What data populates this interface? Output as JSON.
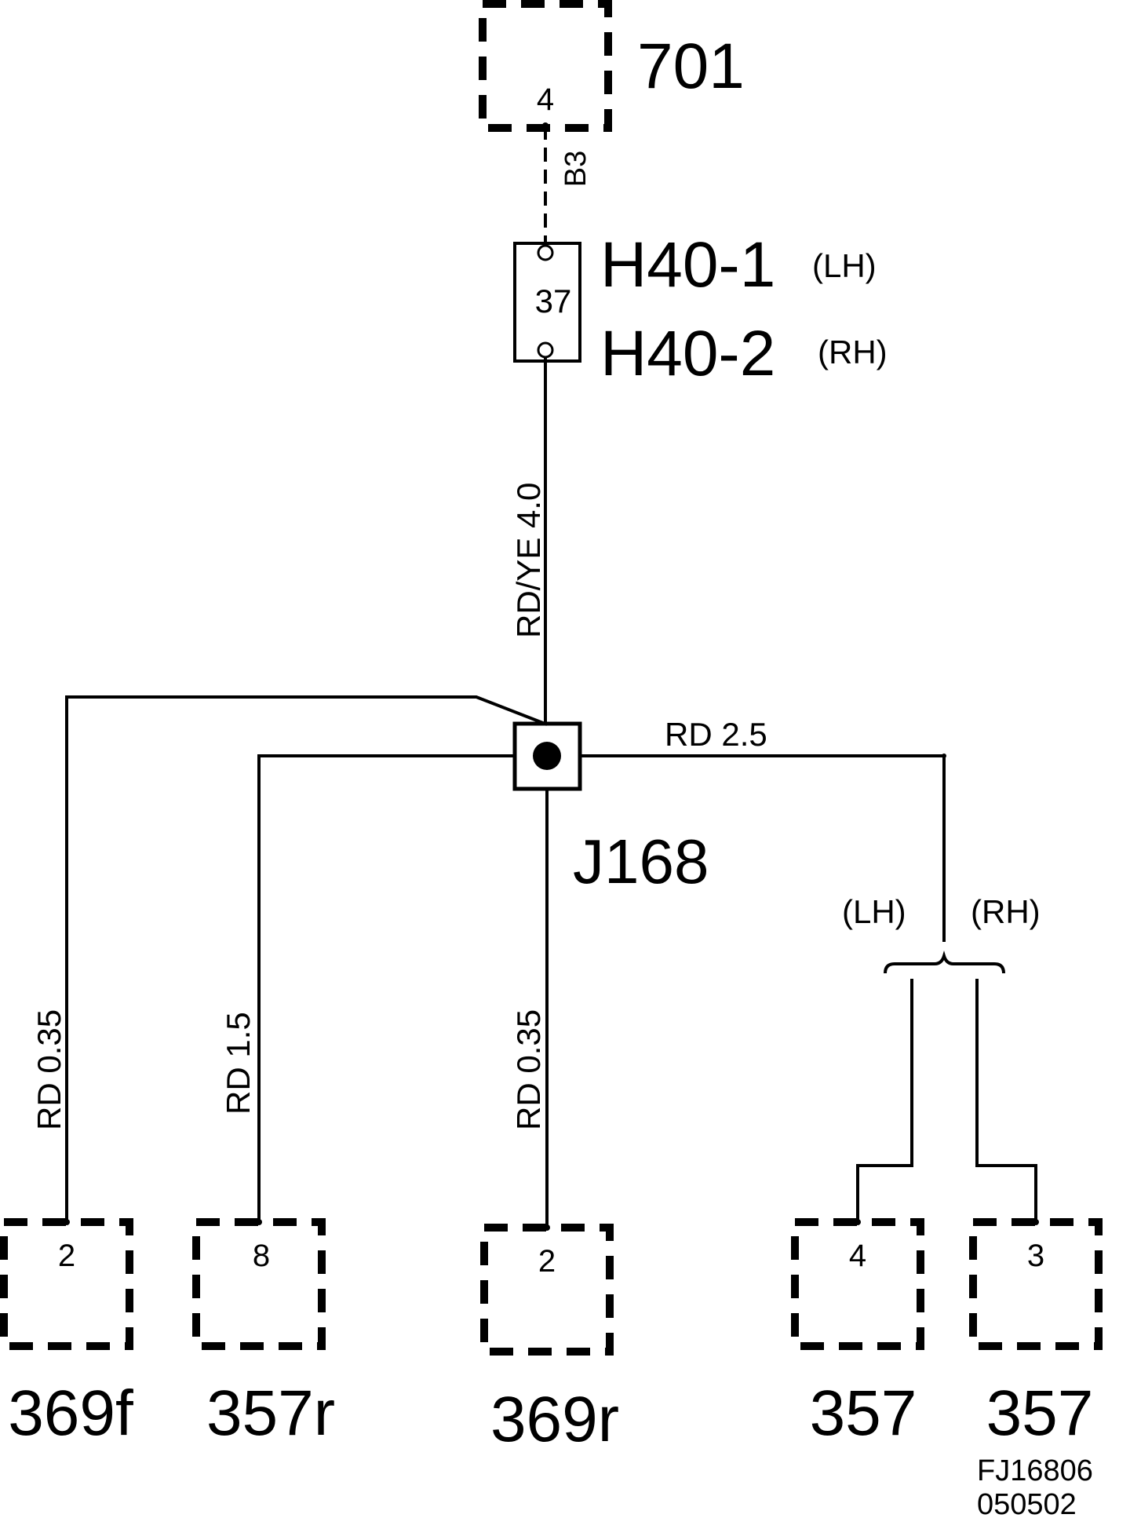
{
  "diagram": {
    "top_component": {
      "id": "701",
      "pin": "4"
    },
    "dashed_wire": {
      "label": "B3"
    },
    "fuse": {
      "number": "37",
      "name_lh": "H40-1",
      "side_lh": "(LH)",
      "name_rh": "H40-2",
      "side_rh": "(RH)"
    },
    "main_wire": {
      "color": "RD/YE",
      "size": "4.0"
    },
    "junction": {
      "id": "J168"
    },
    "right_wire": {
      "color": "RD",
      "size": "2.5"
    },
    "branch_labels": {
      "lh": "(LH)",
      "rh": "(RH)"
    },
    "wires": [
      {
        "color": "RD",
        "size": "0.35"
      },
      {
        "color": "RD",
        "size": "1.5"
      },
      {
        "color": "RD",
        "size": "0.35"
      }
    ],
    "connectors": [
      {
        "id": "369f",
        "pin": "2"
      },
      {
        "id": "357r",
        "pin": "8"
      },
      {
        "id": "369r",
        "pin": "2"
      },
      {
        "id": "357",
        "pin": "4"
      },
      {
        "id": "357",
        "pin": "3"
      }
    ],
    "figure_code": "FJ16806",
    "figure_date": "050502"
  }
}
